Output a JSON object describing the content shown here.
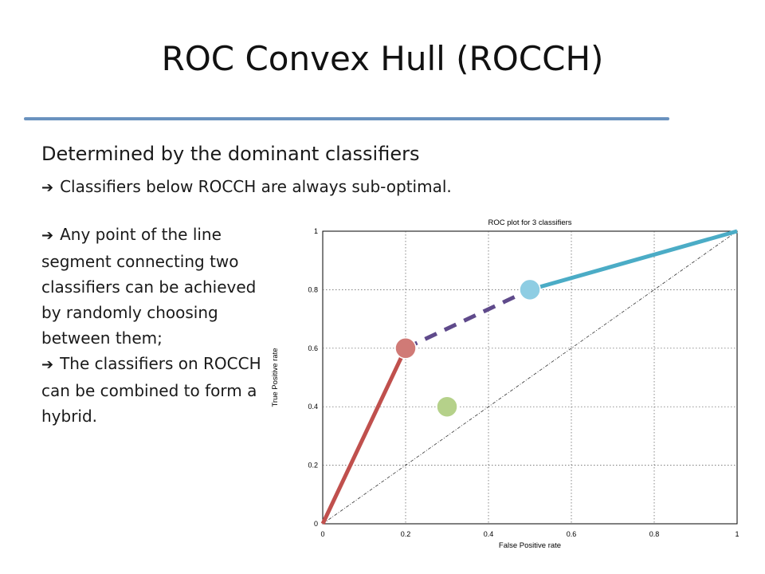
{
  "slide": {
    "title": "ROC Convex Hull (ROCCH)",
    "lead": "Determined by the dominant classifiers",
    "point1": "Classifiers below ROCCH are always sub-optimal.",
    "para_a": "Any point of the line segment connecting two classifiers can be achieved by randomly choosing between them;",
    "para_b": "The classifiers on ROCCH can be combined to form a hybrid.",
    "arrow_icon": "right-arrow-icon",
    "rule_color": "#6a92bf"
  },
  "chart_data": {
    "type": "scatter",
    "title": "ROC plot for 3 classifiers",
    "xlabel": "False Positive rate",
    "ylabel": "True Positive rate",
    "xlim": [
      0,
      1
    ],
    "ylim": [
      0,
      1
    ],
    "xticks": [
      "0",
      "0.2",
      "0.4",
      "0.6",
      "0.8",
      "1"
    ],
    "yticks": [
      "0",
      "0.2",
      "0.4",
      "0.6",
      "0.8",
      "1"
    ],
    "grid": true,
    "points": [
      {
        "x": 0.2,
        "y": 0.6,
        "color": "#d07a76"
      },
      {
        "x": 0.5,
        "y": 0.8,
        "color": "#8ecde3"
      },
      {
        "x": 0.3,
        "y": 0.4,
        "color": "#b5d18a"
      }
    ],
    "hull_segments": [
      {
        "from": [
          0,
          0
        ],
        "to": [
          0.2,
          0.6
        ],
        "style": "solid",
        "color": "#c0504d"
      },
      {
        "from": [
          0.2,
          0.6
        ],
        "to": [
          0.5,
          0.8
        ],
        "style": "dashed",
        "color": "#5f4a8b"
      },
      {
        "from": [
          0.5,
          0.8
        ],
        "to": [
          1,
          1
        ],
        "style": "solid",
        "color": "#4bacc6"
      }
    ],
    "diagonal": {
      "from": [
        0,
        0
      ],
      "to": [
        1,
        1
      ],
      "style": "dash-dot",
      "color": "#333333"
    }
  }
}
